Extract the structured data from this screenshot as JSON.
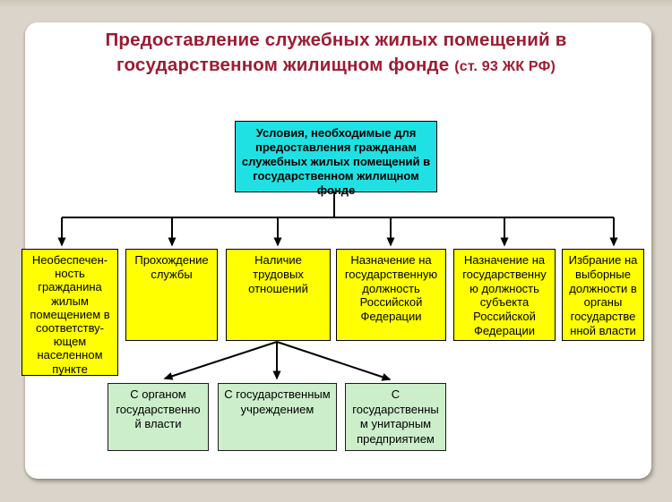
{
  "page": {
    "background": "#d8d1c7",
    "card_background": "#ffffff"
  },
  "title": {
    "line1": "Предоставление служебных жилых помещений в",
    "line2_main": "государственном жилищном фонде",
    "line2_ref": "(ст. 93 ЖК РФ)",
    "color": "#9e1b31"
  },
  "root_box": {
    "label": "Условия, необходимые для\nпредоставления гражданам\nслужебных жилых помещений в\nгосударственном жилищном\nфонде",
    "background": "#1fe1e4"
  },
  "conditions": [
    {
      "label": "Необеспечен-\nность\nгражданина\nжилым\nпомещением в\nсоответству-\nющем\nнаселенном\nпункте"
    },
    {
      "label": "Прохождение\nслужбы"
    },
    {
      "label": "Наличие\nтрудовых\nотношений"
    },
    {
      "label": "Назначение на\nгосударственную\nдолжность\nРоссийской\nФедерации"
    },
    {
      "label": "Назначение на\nгосударственну\nю должность\nсубъекта\nРоссийской\nФедерации"
    },
    {
      "label": "Избрание на\nвыборные\nдолжности в\nорганы\nгосударстве\nнной власти"
    }
  ],
  "employers": [
    {
      "label": "С органом\nгосударственно\nй власти"
    },
    {
      "label": "С государственным\nучреждением"
    },
    {
      "label": "С\nгосударственны\nм унитарным\nпредприятием"
    }
  ],
  "colors": {
    "condition_fill": "#ffff00",
    "employer_fill": "#cceecb",
    "connector_line": "#000000"
  }
}
